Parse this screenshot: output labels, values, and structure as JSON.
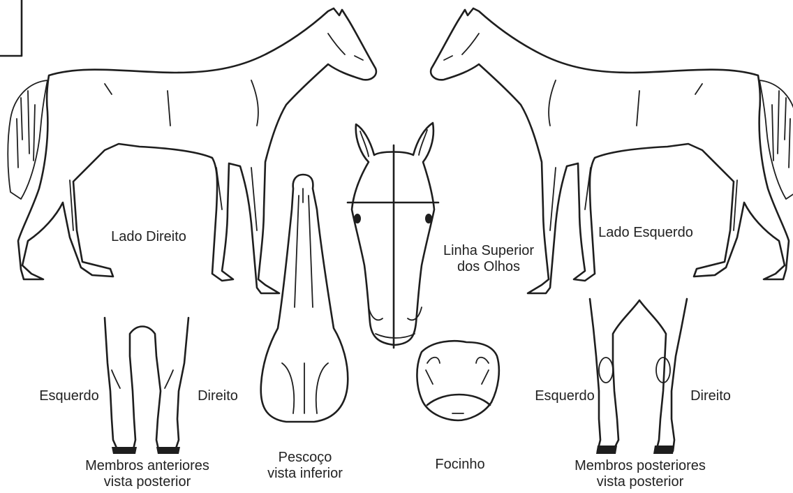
{
  "labels": {
    "lado_direito": "Lado Direito",
    "lado_esquerdo": "Lado Esquerdo",
    "linha_superior": [
      "Linha Superior",
      "dos Olhos"
    ],
    "esquerdo_front": "Esquerdo",
    "direito_front": "Direito",
    "membros_anteriores": [
      "Membros anteriores",
      "vista posterior"
    ],
    "pescoco": [
      "Pescoço",
      "vista inferior"
    ],
    "focinho": "Focinho",
    "esquerdo_hind": "Esquerdo",
    "direito_hind": "Direito",
    "membros_posteriores": [
      "Membros posteriores",
      "vista posterior"
    ]
  },
  "colors": {
    "line": "#1e1e1e",
    "background": "#ffffff"
  }
}
